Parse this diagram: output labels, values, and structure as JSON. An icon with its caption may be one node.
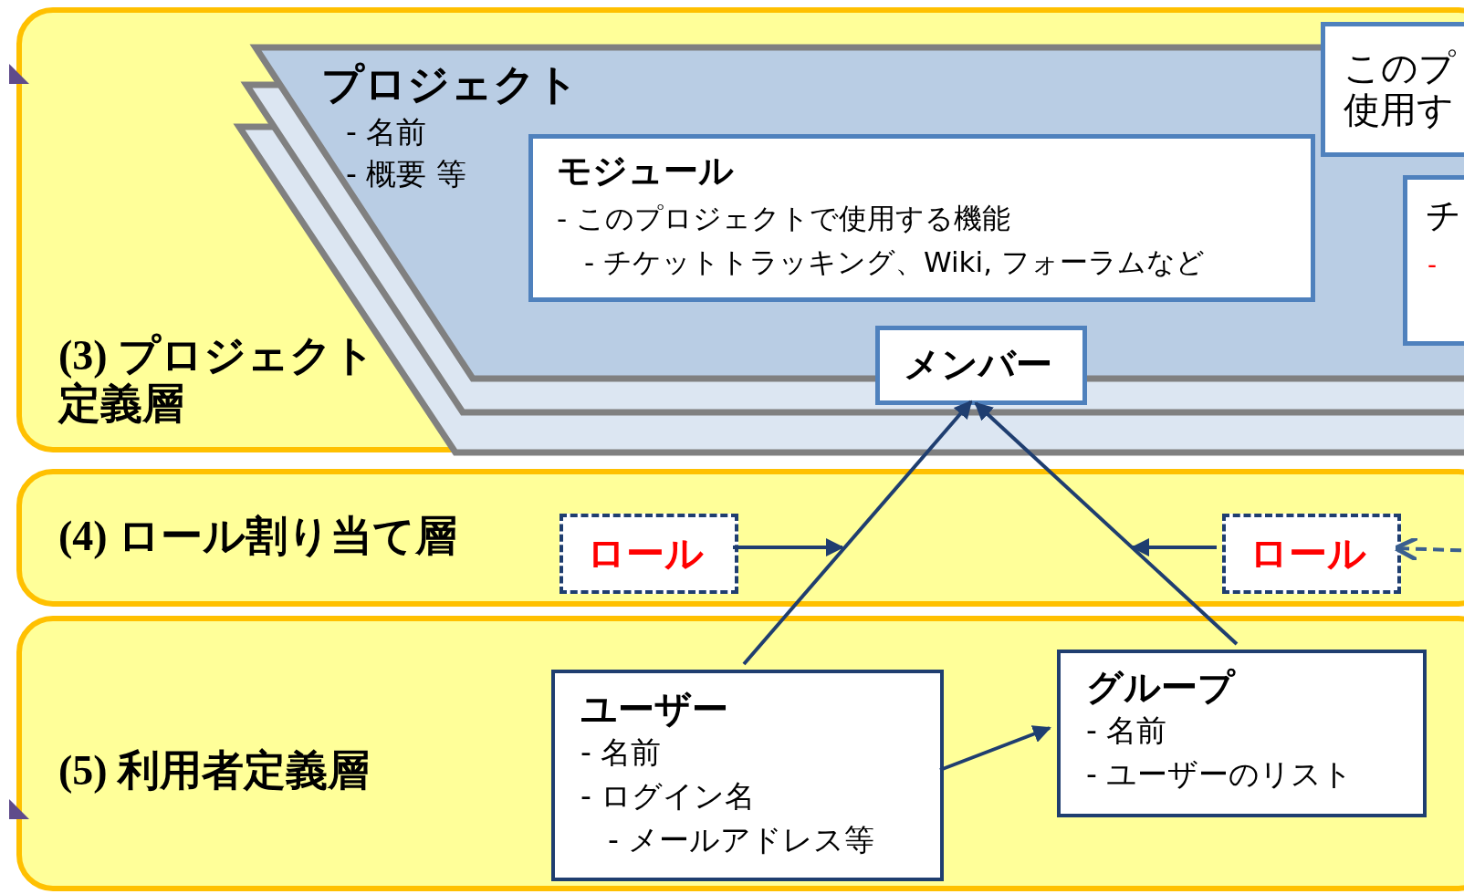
{
  "diagram": {
    "nodes": [
      {
        "text": [
          "(3) プロジェクト定義層"
        ]
      },
      {
        "text": [
          "プロジェクト",
          "- 名前",
          "- 概要 等"
        ],
        "in": 0
      },
      {
        "text": [
          "モジュール",
          "- このプロジェクトで使用する機能",
          "- チケットトラッキング、Wiki, フォーラムなど"
        ],
        "in": 1
      },
      {
        "text": [
          "このプ使用す"
        ],
        "in": 0
      },
      {
        "text": [
          "チ",
          "-"
        ],
        "in": 1
      },
      {
        "text": [
          "メンバー"
        ],
        "in": 1
      },
      {
        "text": [
          "(4) ロール割り当て層"
        ]
      },
      {
        "text": [
          "ロール"
        ],
        "in": 6
      },
      {
        "text": [
          "ロール"
        ],
        "in": 6
      },
      {
        "text": [
          "(5) 利用者定義層"
        ]
      },
      {
        "text": [
          "ユーザー",
          "- 名前",
          "- ログイン名",
          "- メールアドレス等"
        ],
        "in": 9
      },
      {
        "text": [
          "グループ",
          "- 名前",
          "- ユーザーのリスト"
        ],
        "in": 9
      }
    ],
    "edges": [
      {
        "from": 10,
        "to": 5,
        "arrow": "to"
      },
      {
        "from": 11,
        "to": 5,
        "arrow": "to"
      },
      {
        "from": 10,
        "to": 11,
        "arrow": "to"
      },
      {
        "from": 7,
        "to": null,
        "arrow": "to"
      },
      {
        "from": 8,
        "to": null,
        "arrow": "to"
      },
      {
        "from": null,
        "to": 8,
        "arrow": "to",
        "style": "dashed"
      }
    ]
  }
}
